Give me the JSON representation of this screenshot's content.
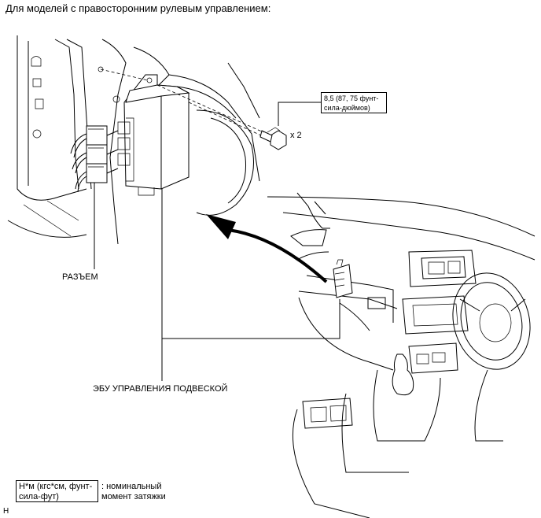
{
  "title": "Для моделей с правосторонним рулевым управлением:",
  "labels": {
    "connector": "РАЗЪЕМ",
    "ecu": "ЭБУ УПРАВЛЕНИЯ ПОДВЕСКОЙ",
    "bolt_qty": "x 2"
  },
  "torque_spec": {
    "line1": "8,5 (87, 75 фунт-",
    "line2": "сила-дюймов)"
  },
  "legend": {
    "unit_line1": "Н*м (кгс*см, фунт-",
    "unit_line2": "сила-фут)",
    "desc_line1": ": номинальный",
    "desc_line2": "момент затяжки"
  },
  "figure_code": "H"
}
